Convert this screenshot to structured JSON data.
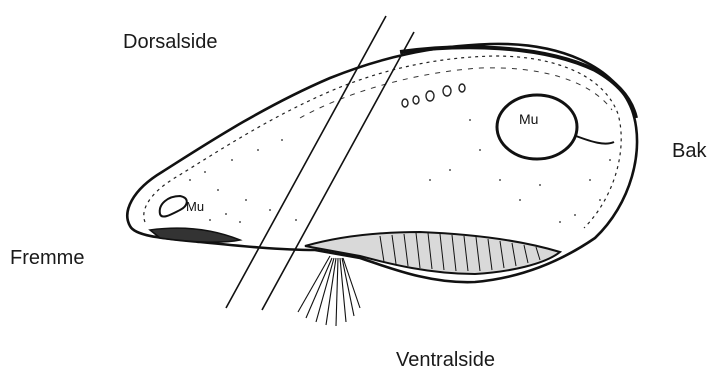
{
  "labels": {
    "dorsal": "Dorsalside",
    "posterior": "Bak",
    "anterior": "Fremme",
    "ventral": "Ventralside",
    "muscle_posterior": "Mu",
    "muscle_anterior": "Mu"
  }
}
